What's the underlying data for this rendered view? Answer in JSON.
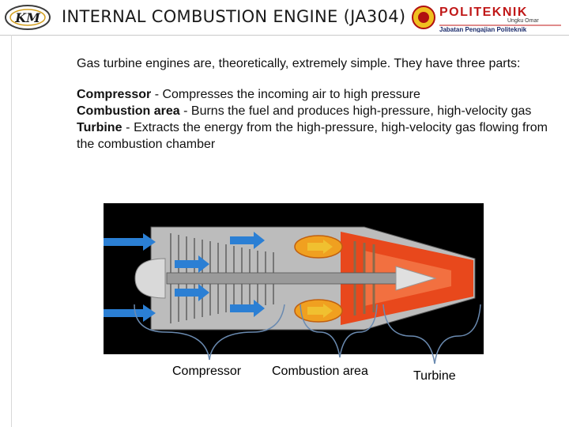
{
  "header": {
    "title": "INTERNAL COMBUSTION ENGINE (JA304)",
    "km_logo_text": "KM",
    "institution": {
      "name": "POLITEKNIK",
      "campus": "Ungku Omar",
      "department": "Jabatan Pengajian Politeknik"
    }
  },
  "intro": "Gas turbine engines are, theoretically, extremely simple. They have three parts:",
  "parts": [
    {
      "name": "Compressor",
      "description": " - Compresses the incoming air to high pressure"
    },
    {
      "name": "Combustion area",
      "description": " - Burns the fuel and produces high-pressure, high-velocity gas"
    },
    {
      "name": "Turbine",
      "description": " - Extracts the energy from the high-pressure, high-velocity gas flowing from the combustion chamber"
    }
  ],
  "diagram_labels": {
    "compressor": "Compressor",
    "combustion": "Combustion area",
    "turbine": "Turbine"
  },
  "colors": {
    "airflow": "#2b7fd4",
    "combustion": "#f0a020",
    "exhaust": "#e8481c",
    "casing": "#c8c8c8"
  }
}
